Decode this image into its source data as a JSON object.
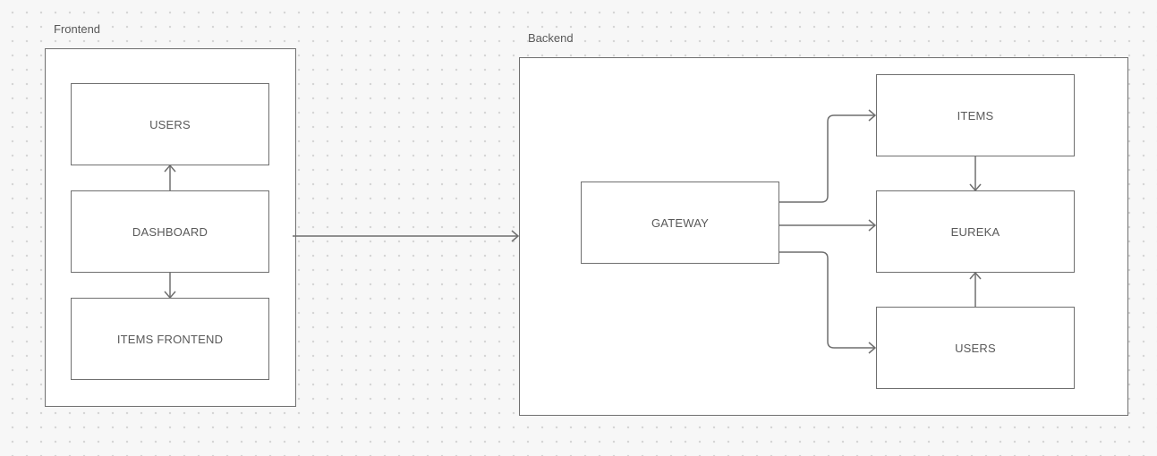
{
  "groups": {
    "frontend": {
      "label": "Frontend"
    },
    "backend": {
      "label": "Backend"
    }
  },
  "nodes": {
    "fe_users": "USERS",
    "fe_dashboard": "DASHBOARD",
    "fe_items_frontend": "ITEMS FRONTEND",
    "be_gateway": "GATEWAY",
    "be_items": "ITEMS",
    "be_eureka": "EUREKA",
    "be_users": "USERS"
  },
  "colors": {
    "stroke": "#6f6f6f",
    "text": "#595959",
    "node_fill": "#ffffff",
    "canvas": "#f7f7f7",
    "grid_dot": "#d4d4d4"
  }
}
